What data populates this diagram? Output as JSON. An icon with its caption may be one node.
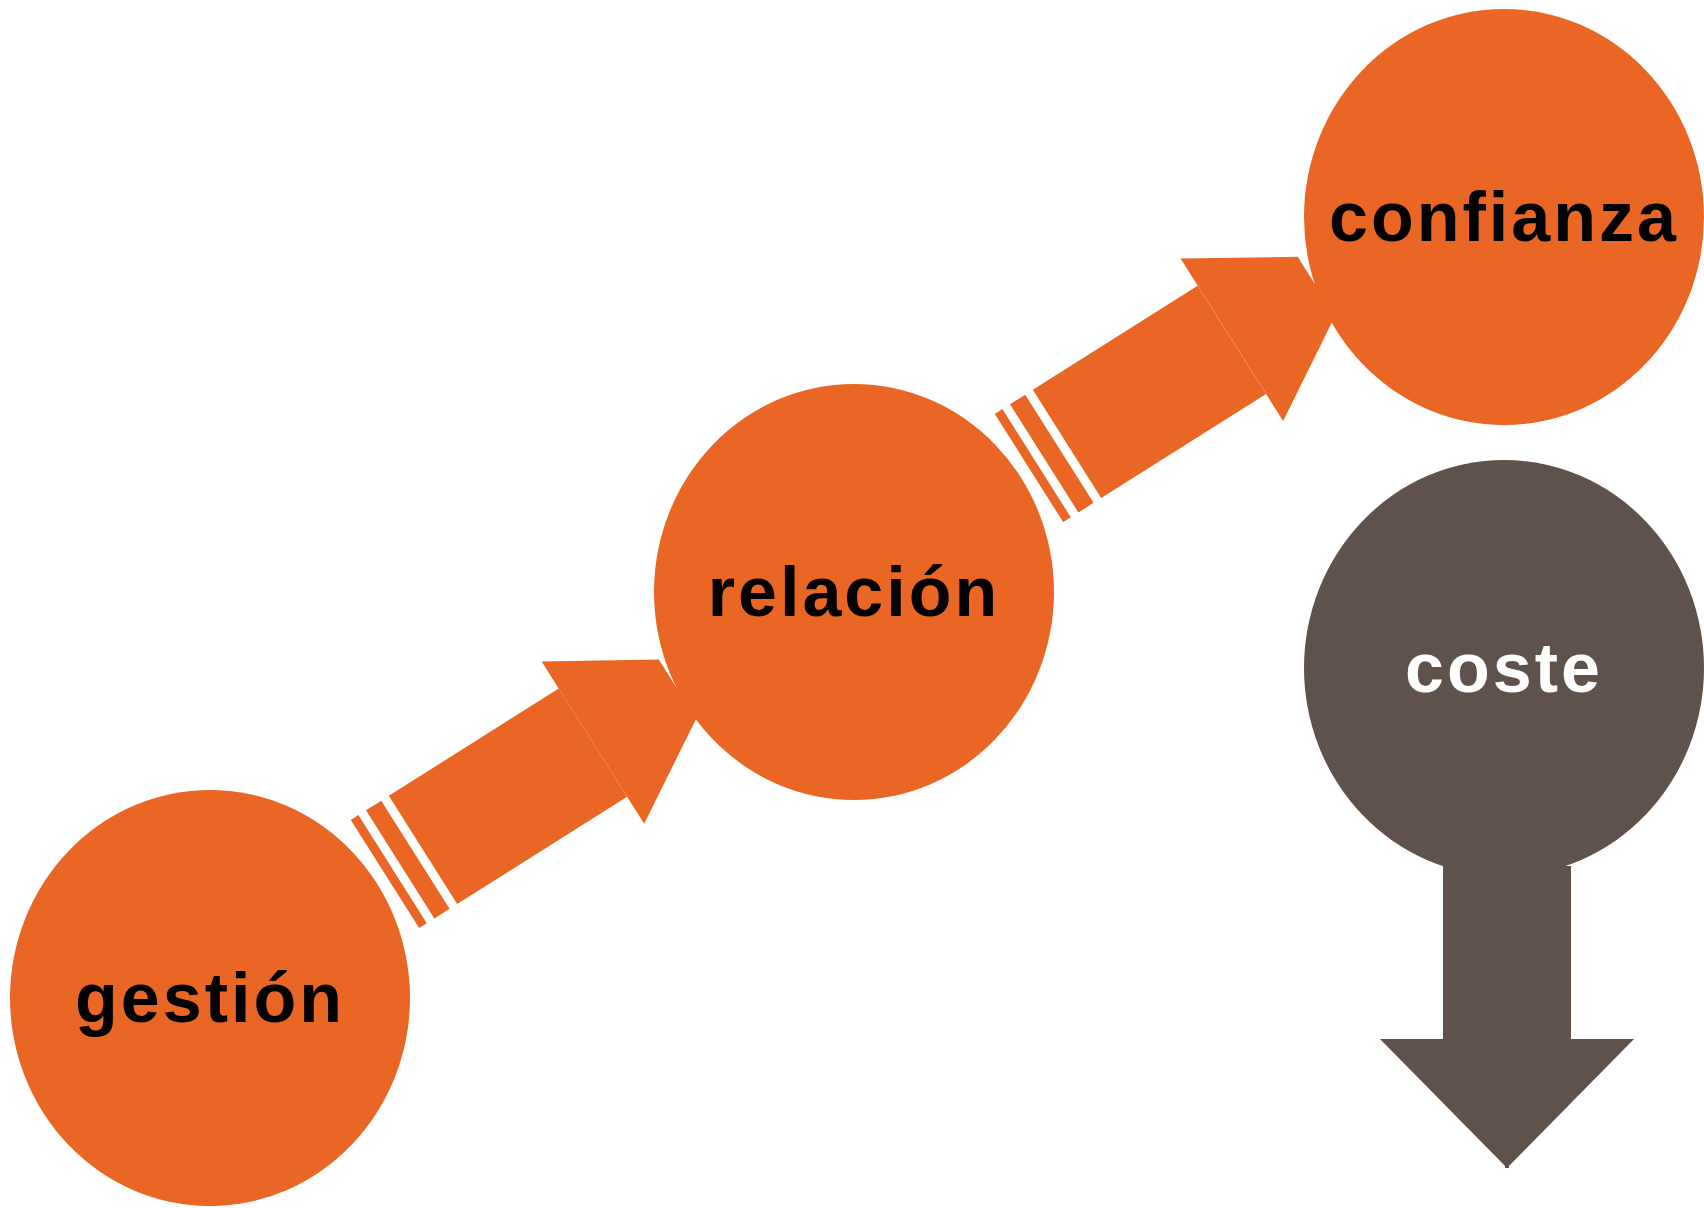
{
  "diagram": {
    "nodes": [
      {
        "text": [
          "gestión"
        ]
      },
      {
        "text": [
          "relación"
        ]
      },
      {
        "text": [
          "confianza"
        ]
      },
      {
        "text": [
          "coste"
        ]
      }
    ],
    "edges": [
      {
        "from": 0,
        "to": 1,
        "arrow": "to"
      },
      {
        "from": 1,
        "to": 2,
        "arrow": "to"
      },
      {
        "from": 3,
        "to": null,
        "arrow": "to",
        "color": "#5f514b"
      }
    ]
  }
}
